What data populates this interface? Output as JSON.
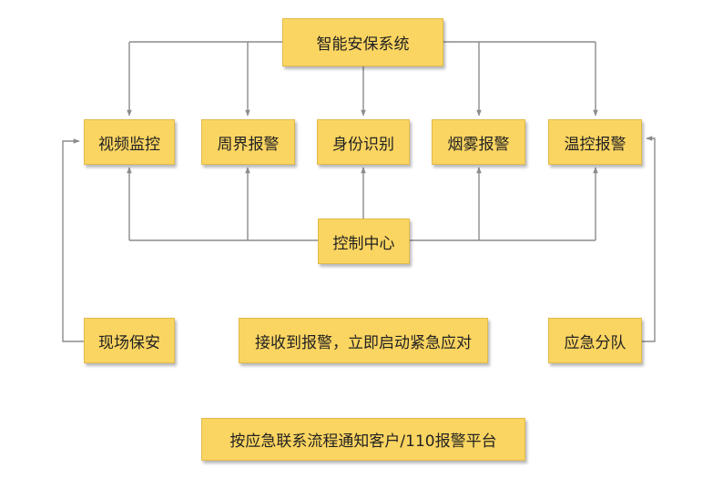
{
  "diagram": {
    "root": {
      "label": "智能安保系统"
    },
    "subsystems": [
      {
        "label": "视频监控"
      },
      {
        "label": "周界报警"
      },
      {
        "label": "身份识别"
      },
      {
        "label": "烟雾报警"
      },
      {
        "label": "温控报警"
      }
    ],
    "control_center": {
      "label": "控制中心"
    },
    "onsite_security": {
      "label": "现场保安"
    },
    "alarm_response": {
      "label": "接收到报警，立即启动紧急应对"
    },
    "emergency_team": {
      "label": "应急分队"
    },
    "notification": {
      "label": "按应急联系流程通知客户/110报警平台"
    },
    "colors": {
      "box_fill": "#fbd561",
      "box_border": "#e2b94a",
      "connector": "#8c8c8c"
    }
  }
}
